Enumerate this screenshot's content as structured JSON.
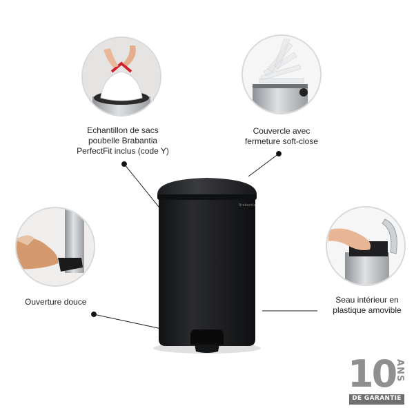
{
  "callouts": {
    "bags": [
      "Echantillon de sacs",
      "poubelle Brabantia",
      "PerfectFit inclus (code Y)"
    ],
    "lid": [
      "Couvercle avec",
      "fermeture soft-close"
    ],
    "pedal": [
      "Ouverture douce"
    ],
    "bucket": [
      "Seau intérieur en",
      "plastique amovible"
    ]
  },
  "brand_mark": "Brabantia",
  "warranty": {
    "years": "10",
    "unit": "ANS",
    "label": "DE GARANTIE"
  },
  "colors": {
    "bin_body": "#1a1b1d",
    "lid": "#2a2b2e",
    "steel": "#b9bcc0",
    "warranty_gray": "#8f8f8f",
    "circle_border": "#d9d9d9"
  }
}
